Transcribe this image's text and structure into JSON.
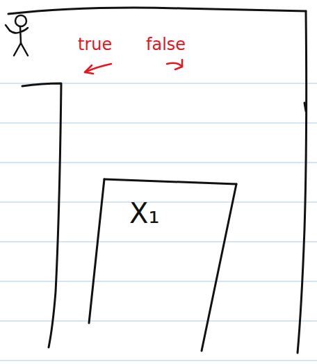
{
  "diagram": {
    "nodes": [
      {
        "text": [
          "X₁"
        ]
      }
    ],
    "labels": [
      "true",
      "false"
    ]
  }
}
